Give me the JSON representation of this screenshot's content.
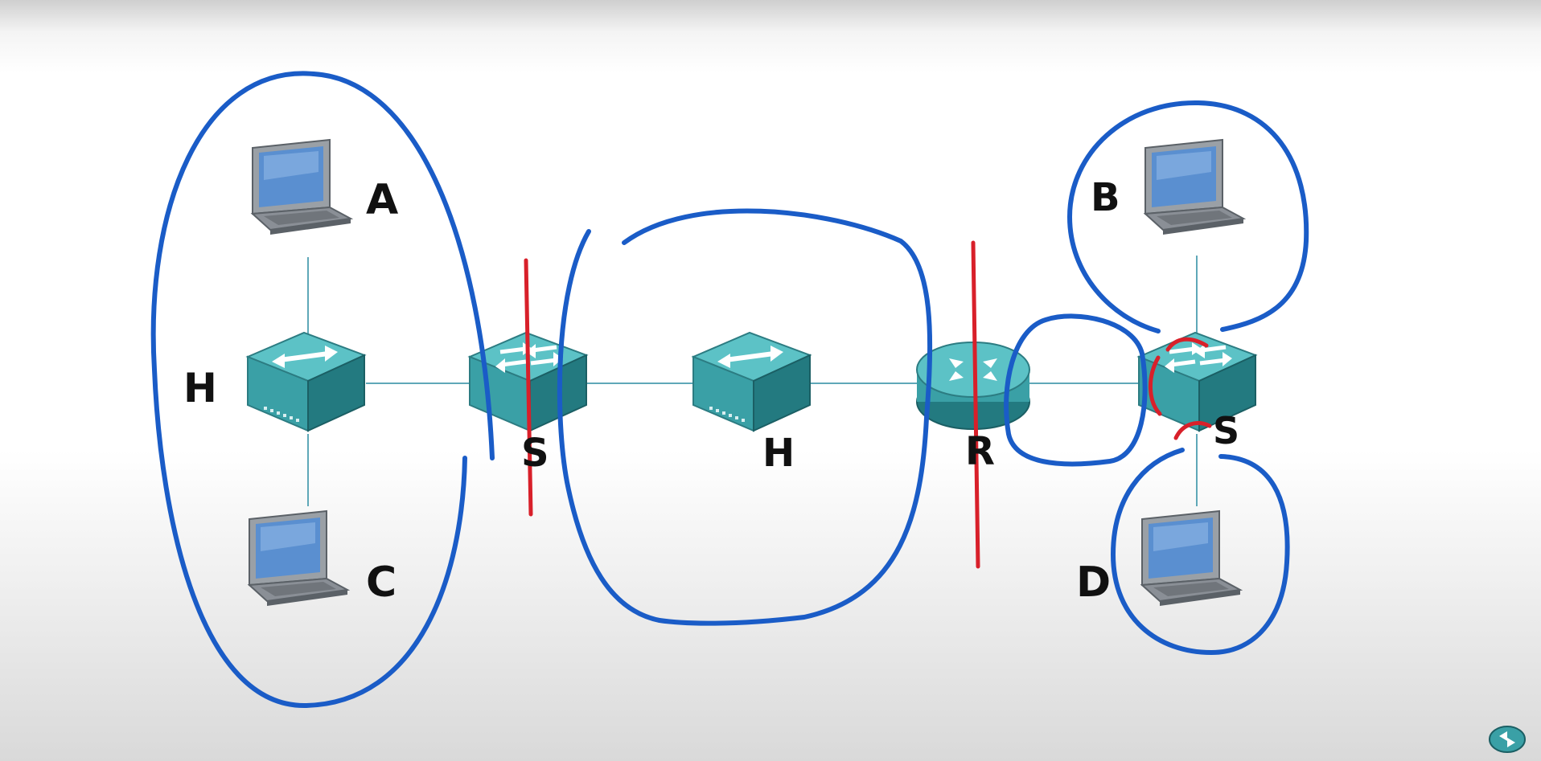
{
  "colors": {
    "device_face": "#3aa0a6",
    "device_dark": "#1f6e74",
    "device_top": "#5cc2c6",
    "link": "#5fa8b8",
    "annotation_blue": "#1a5cc7",
    "annotation_red": "#d8202a",
    "laptop_body": "#8a8f96",
    "laptop_screen": "#5a8fd0"
  },
  "icons": {
    "hub": "hub-icon",
    "switch": "switch-icon",
    "router": "router-icon",
    "laptop": "laptop-icon",
    "corner_logo": "router-logo-icon"
  },
  "labels": {
    "laptop_a": "A",
    "laptop_b": "B",
    "laptop_c": "C",
    "laptop_d": "D",
    "hub_left": "H",
    "switch_left": "S",
    "hub_middle": "H",
    "router": "R",
    "switch_right": "S"
  }
}
